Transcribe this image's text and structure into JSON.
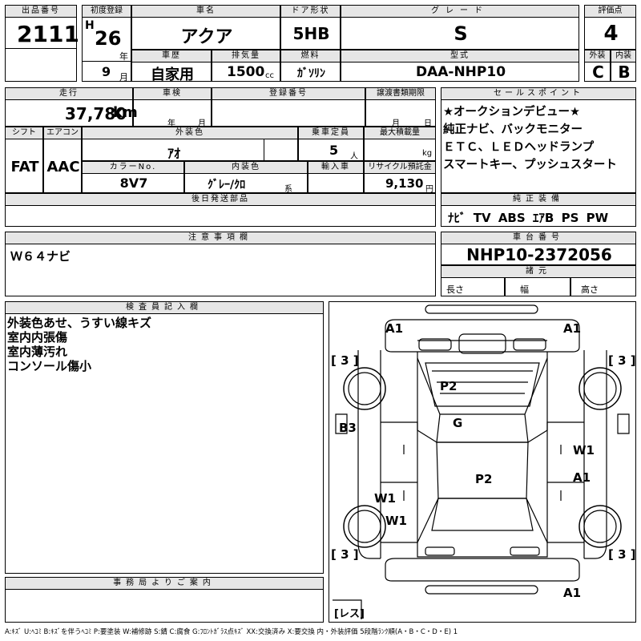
{
  "lot": {
    "label": "出品番号",
    "value": "2111"
  },
  "first_reg": {
    "label": "初度登録",
    "era": "H",
    "year": "26",
    "year_unit": "年",
    "month": "9",
    "month_unit": "月"
  },
  "car_name": {
    "label": "車名",
    "value": "アクア"
  },
  "door": {
    "label": "ドア形状",
    "value": "5HB"
  },
  "grade": {
    "label": "グレード",
    "value": "S"
  },
  "score": {
    "label": "評価点",
    "value": "4"
  },
  "history": {
    "label": "車歴",
    "value": "自家用"
  },
  "displacement": {
    "label": "排気量",
    "value": "1500",
    "unit": "cc"
  },
  "fuel": {
    "label": "燃料",
    "value": "ｶﾞｿﾘﾝ"
  },
  "model": {
    "label": "型式",
    "value": "DAA-NHP10"
  },
  "exterior_grade": {
    "label": "外装",
    "value": "C"
  },
  "interior_grade": {
    "label": "内装",
    "value": "B"
  },
  "mileage": {
    "label": "走行",
    "value": "37,780",
    "unit": "km"
  },
  "inspection": {
    "label": "車検",
    "year_unit": "年",
    "month_unit": "月"
  },
  "registration": {
    "label": "登録番号"
  },
  "transfer_deadline": {
    "label": "譲渡書類期限",
    "month_unit": "月",
    "day_unit": "日"
  },
  "shift": {
    "label": "シフト",
    "value": "FAT"
  },
  "aircon": {
    "label": "エアコン",
    "value": "AAC"
  },
  "color": {
    "label": "外装色",
    "value": "ｱｵ"
  },
  "capacity": {
    "label": "乗車定員",
    "value": "5",
    "unit": "人"
  },
  "max_load": {
    "label": "最大積載量",
    "unit": "kg"
  },
  "color_no": {
    "label": "カラーNo.",
    "value": "8V7"
  },
  "interior_color": {
    "label": "内装色",
    "value": "ｸﾞﾚｰ/ｸﾛ",
    "unit": "系"
  },
  "import": {
    "label": "輸入車"
  },
  "recycle": {
    "label": "リサイクル預託金",
    "value": "9,130",
    "unit": "円"
  },
  "later_parts": {
    "label": "後日発送部品"
  },
  "sales_points": {
    "label": "セールスポイント",
    "lines": [
      "★オークションデビュー★",
      "純正ナビ、バックモニター",
      "ＥＴＣ、ＬＥＤヘッドランプ",
      "スマートキー、プッシュスタート"
    ]
  },
  "equipment": {
    "label": "純正装備",
    "items": [
      "ﾅﾋﾞ",
      "TV",
      "ABS",
      "ｴｱB",
      "PS",
      "PW"
    ]
  },
  "notes": {
    "label": "注意事項欄",
    "text": "Ｗ６４ナビ"
  },
  "chassis": {
    "label": "車台番号",
    "value": "NHP10-2372056"
  },
  "specs": {
    "label": "諸元",
    "length": "長さ",
    "width": "幅",
    "height": "高さ"
  },
  "inspector": {
    "label": "検査員記入欄",
    "lines": [
      "外装色あせ、うすい線キズ",
      "室内内張傷",
      "室内薄汚れ",
      "コンソール傷小"
    ]
  },
  "office": {
    "label": "事務局よりご案内"
  },
  "diagram": {
    "marks": {
      "a1_fl": "A1",
      "a1_fr": "A1",
      "p2_hood": "P2",
      "g": "G",
      "b3": "B3",
      "w1_r": "W1",
      "a1_r": "A1",
      "w1_l1": "W1",
      "w1_l2": "W1",
      "p2_roof": "P2",
      "a1_rear": "A1"
    },
    "tires": {
      "fl": "3",
      "fr": "3",
      "rl": "3",
      "rr": "3"
    },
    "spare": "レス"
  },
  "legend": "A:ｷｽﾞ U:ﾍｺﾐ B:ｷｽﾞを伴うﾍｺﾐ P:要塗装 W:補修跡 S:錆 C:腐食 G:ﾌﾛﾝﾄｶﾞﾗｽ点ｷｽﾞ XX:交換済み X:要交換 内・外装評価 5段階ﾗﾝｸ順(A・B・C・D・E) 1"
}
